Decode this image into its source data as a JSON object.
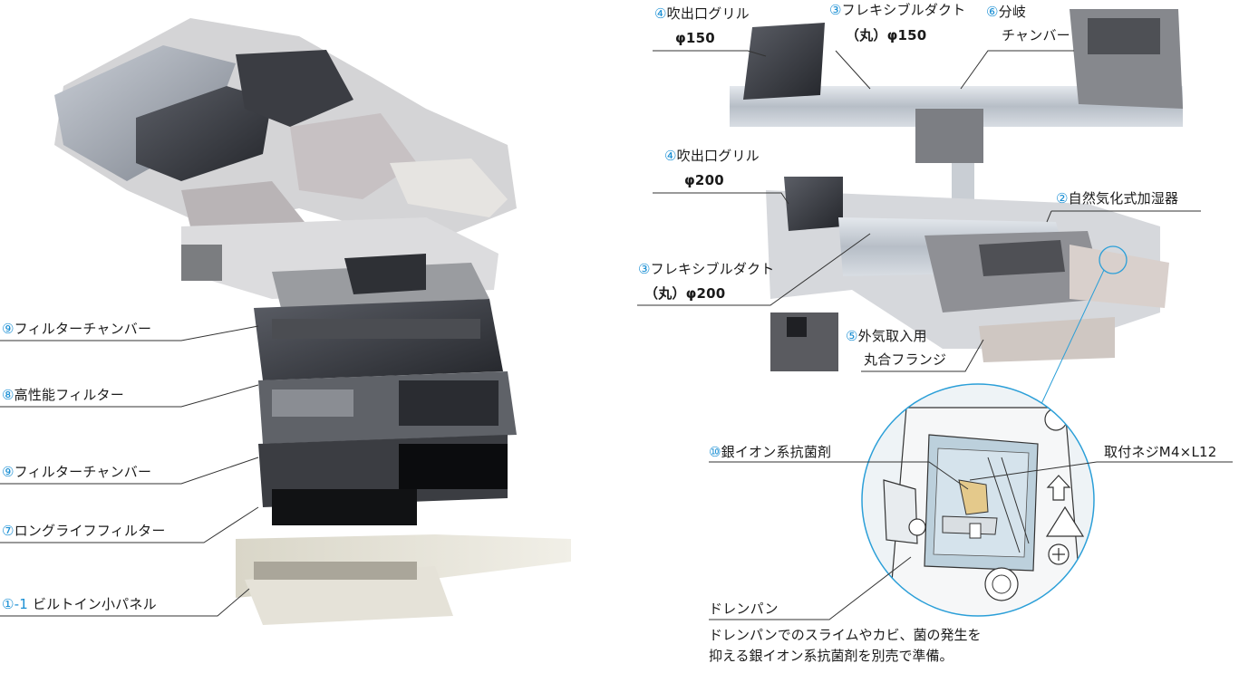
{
  "left_labels": [
    {
      "num": "⑨",
      "text": "フィルターチャンバー"
    },
    {
      "num": "⑧",
      "text": "高性能フィルター"
    },
    {
      "num": "⑨",
      "text": "フィルターチャンバー"
    },
    {
      "num": "⑦",
      "text": "ロングライフフィルター"
    },
    {
      "num": "①-1",
      "text": " ビルトイン小パネル"
    }
  ],
  "right_labels": {
    "grille150": {
      "num": "④",
      "line1": "吹出口グリル",
      "line2": "φ150"
    },
    "duct150": {
      "num": "③",
      "line1": "フレキシブルダクト",
      "line2": "（丸）φ150"
    },
    "branch": {
      "num": "⑥",
      "line1": "分岐",
      "line2": "チャンバー"
    },
    "grille200": {
      "num": "④",
      "line1": "吹出口グリル",
      "line2": "φ200"
    },
    "humidifier": {
      "num": "②",
      "line1": "自然気化式加湿器"
    },
    "duct200": {
      "num": "③",
      "line1": "フレキシブルダクト",
      "line2": "（丸）φ200"
    },
    "flange": {
      "num": "⑤",
      "line1": "外気取入用",
      "line2": "丸合フランジ"
    },
    "screw": {
      "line1": "取付ネジM4×L12"
    },
    "antibac": {
      "num": "⑩",
      "line1": "銀イオン系抗菌剤"
    },
    "drainpan": {
      "line1": "ドレンパン"
    }
  },
  "note": {
    "line1": "ドレンパンでのスライムやカビ、菌の発生を",
    "line2": "抑える銀イオン系抗菌剤を別売で準備。"
  },
  "colors": {
    "number_accent": "#1a8fd4",
    "callout_line": "#333333",
    "zoom_circle": "#2b9fd8"
  }
}
